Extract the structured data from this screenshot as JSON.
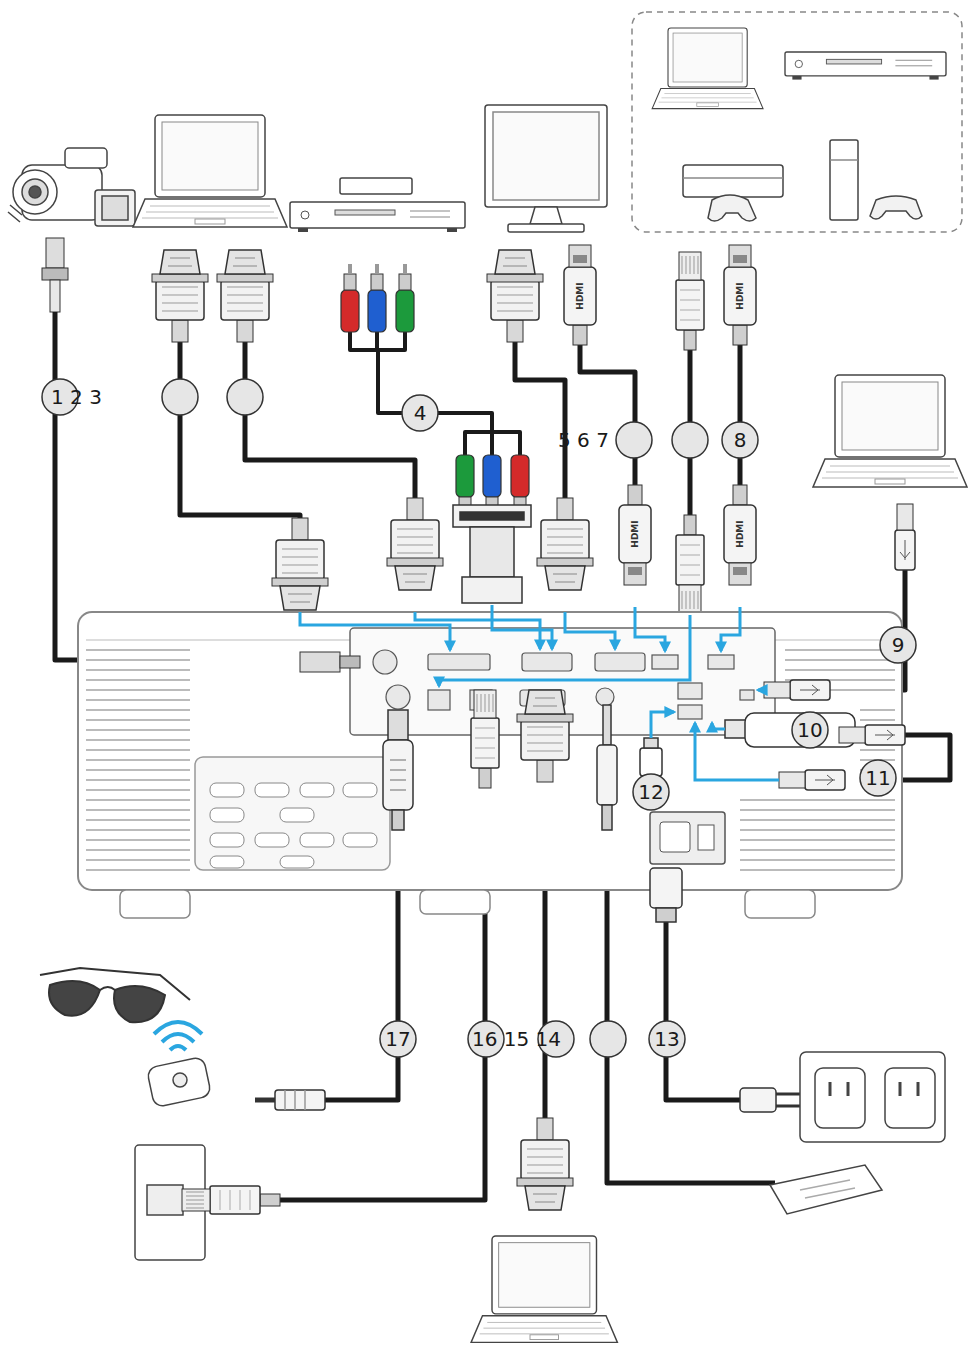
{
  "diagram": {
    "labels": [
      "1 2 3",
      "4",
      "5 6 7",
      "8",
      "9",
      "10",
      "11",
      "12",
      "13",
      "16 15 14",
      "17",
      "HDMI",
      "HDMI",
      "HDMI",
      "HDMI"
    ]
  }
}
